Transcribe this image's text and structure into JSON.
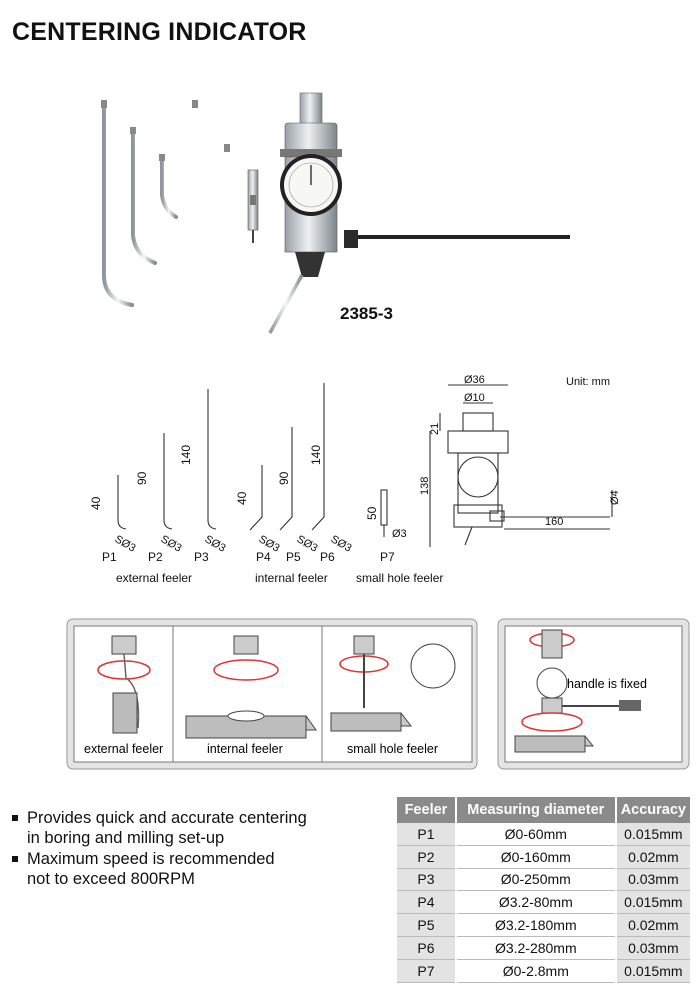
{
  "title": "CENTERING INDICATOR",
  "model": "2385-3",
  "drawing": {
    "unit": "Unit: mm",
    "feelers": [
      {
        "code": "P1",
        "length": "40",
        "ball": "SØ3"
      },
      {
        "code": "P2",
        "length": "90",
        "ball": "SØ3"
      },
      {
        "code": "P3",
        "length": "140",
        "ball": "SØ3"
      },
      {
        "code": "P4",
        "length": "40",
        "ball": "SØ3"
      },
      {
        "code": "P5",
        "length": "90",
        "ball": "SØ3"
      },
      {
        "code": "P6",
        "length": "140",
        "ball": "SØ3"
      },
      {
        "code": "P7",
        "length": "50",
        "ball": "Ø3"
      }
    ],
    "groups": {
      "external": "external feeler",
      "internal": "internal feeler",
      "small_hole": "small hole feeler"
    },
    "dims": {
      "d36": "Ø36",
      "d10": "Ø10",
      "h21": "21",
      "h138": "138",
      "d4": "Ø4",
      "l160": "160"
    }
  },
  "usage": {
    "external": "external feeler",
    "internal": "internal feeler",
    "small_hole": "small hole feeler",
    "handle": "handle is fixed"
  },
  "bullets": [
    {
      "line1": "Provides quick and accurate centering",
      "line2": "in boring and milling set-up"
    },
    {
      "line1": "Maximum speed is recommended",
      "line2": "not to exceed 800RPM"
    }
  ],
  "spec_table": {
    "headers": [
      "Feeler",
      "Measuring diameter",
      "Accuracy"
    ],
    "rows": [
      [
        "P1",
        "Ø0-60mm",
        "0.015mm"
      ],
      [
        "P2",
        "Ø0-160mm",
        "0.02mm"
      ],
      [
        "P3",
        "Ø0-250mm",
        "0.03mm"
      ],
      [
        "P4",
        "Ø3.2-80mm",
        "0.015mm"
      ],
      [
        "P5",
        "Ø3.2-180mm",
        "0.02mm"
      ],
      [
        "P6",
        "Ø3.2-280mm",
        "0.03mm"
      ],
      [
        "P7",
        "Ø0-2.8mm",
        "0.015mm"
      ]
    ]
  }
}
